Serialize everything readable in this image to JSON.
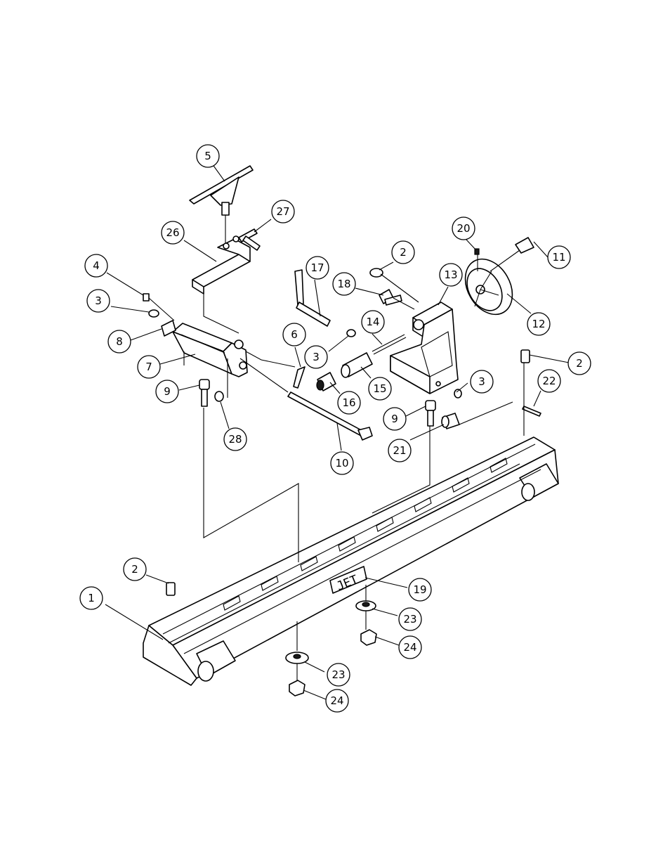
{
  "callouts": [
    {
      "label": "1"
    },
    {
      "label": "2"
    },
    {
      "label": "2"
    },
    {
      "label": "2"
    },
    {
      "label": "3"
    },
    {
      "label": "3"
    },
    {
      "label": "3"
    },
    {
      "label": "4"
    },
    {
      "label": "5"
    },
    {
      "label": "6"
    },
    {
      "label": "7"
    },
    {
      "label": "8"
    },
    {
      "label": "9"
    },
    {
      "label": "9"
    },
    {
      "label": "10"
    },
    {
      "label": "11"
    },
    {
      "label": "12"
    },
    {
      "label": "13"
    },
    {
      "label": "14"
    },
    {
      "label": "15"
    },
    {
      "label": "16"
    },
    {
      "label": "17"
    },
    {
      "label": "18"
    },
    {
      "label": "19"
    },
    {
      "label": "20"
    },
    {
      "label": "21"
    },
    {
      "label": "22"
    },
    {
      "label": "23"
    },
    {
      "label": "23"
    },
    {
      "label": "24"
    },
    {
      "label": "24"
    },
    {
      "label": "26"
    },
    {
      "label": "27"
    },
    {
      "label": "28"
    }
  ],
  "logo": {
    "text": "JET"
  }
}
